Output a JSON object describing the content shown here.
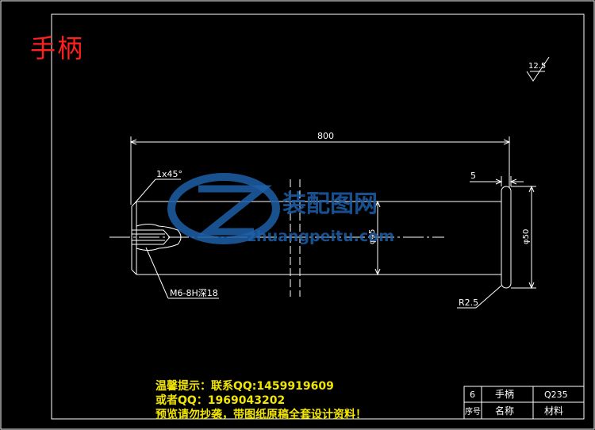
{
  "title": "手柄",
  "roughness": "12.5",
  "dims": {
    "length": "800",
    "chamfer": "1x45°",
    "thread": "M6-8H深18",
    "end_width": "5",
    "dia_mid": "φ45",
    "dia_end": "φ50",
    "radius": "R2.5"
  },
  "watermark": {
    "cn": "装配图网",
    "en": "zhuangpeitu.com"
  },
  "notice": {
    "line1": "温馨提示：联系QQ:1459919609",
    "line2": "或者QQ：1969043202",
    "line3": "预览请勿抄袭，带图纸原稿全套设计资料！"
  },
  "title_block": {
    "row1": [
      "6",
      "手柄",
      "Q235"
    ],
    "row2": [
      "序号",
      "名称",
      "材料"
    ]
  },
  "colors": {
    "line": "#ffffff",
    "title": "#ff2020",
    "watermark": "#1d5fa8",
    "notice": "#f2e600"
  }
}
